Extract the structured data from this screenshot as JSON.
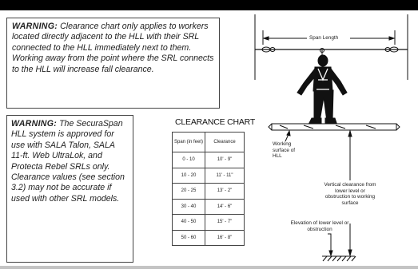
{
  "warning1": {
    "label": "WARNING:",
    "text": " Clearance chart only applies to workers located directly adjacent to the HLL with their SRL connected to the HLL immediately next to them. Working away from the  point where the SRL connects to the HLL will increase fall clearance."
  },
  "warning2": {
    "label": "WARNING:",
    "text": " The SecuraSpan HLL system is approved for use with SALA Talon, SALA 11-ft. Web UltraLok, and Protecta Rebel SRLs only. Clearance values (see section 3.2) may not be accurate if used with other SRL models."
  },
  "chart": {
    "title": "CLEARANCE CHART",
    "col_span": "Span (in feet)",
    "col_clearance": "Clearance",
    "rows": [
      {
        "span": "0 - 10",
        "clearance": "10' - 9\""
      },
      {
        "span": "10 - 20",
        "clearance": "11' - 11\""
      },
      {
        "span": "20 - 25",
        "clearance": "13' - 2\""
      },
      {
        "span": "30 - 40",
        "clearance": "14' - 6\""
      },
      {
        "span": "40 - 50",
        "clearance": "15' - 7\""
      },
      {
        "span": "50 - 60",
        "clearance": "16' - 8\""
      }
    ]
  },
  "diagram": {
    "span_length": "Span Length",
    "working_surface": "Working surface of HLL",
    "vertical_clearance": "Vertical clearance from lower level or obstruction to working surface",
    "elevation": "Elevation of lower level or obstruction"
  }
}
